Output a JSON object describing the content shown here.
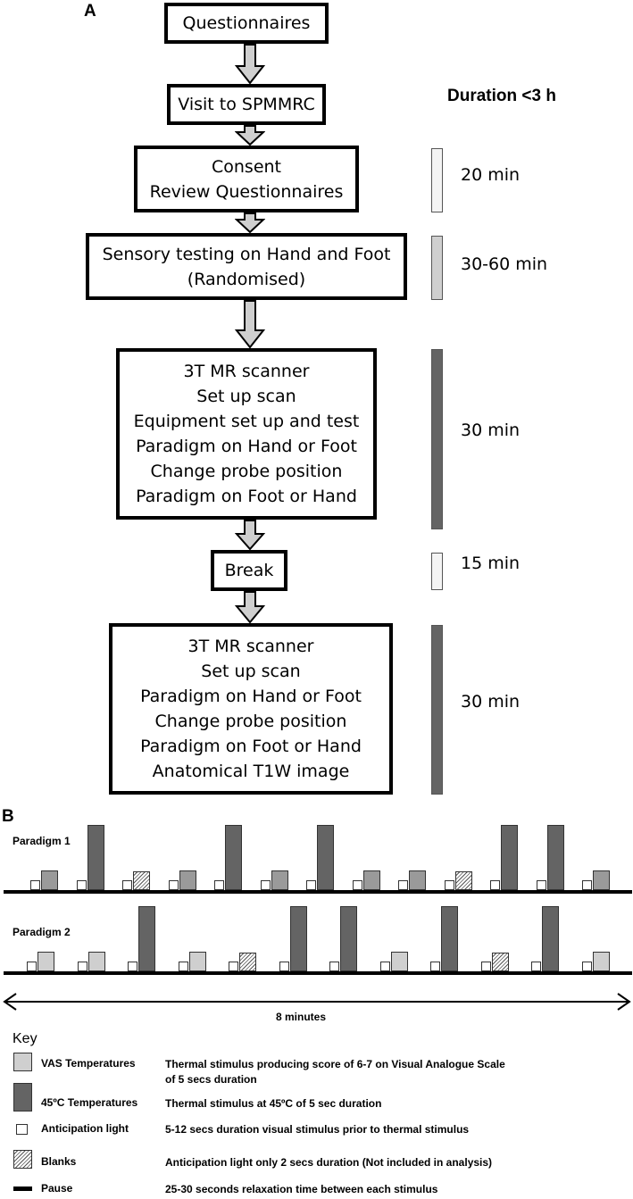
{
  "panel_a": {
    "label": "A",
    "duration_title": "Duration <3 h",
    "steps": [
      {
        "lines": [
          "Questionnaires"
        ]
      },
      {
        "lines": [
          "Visit to SPMMRC"
        ]
      },
      {
        "lines": [
          "Consent",
          "Review Questionnaires"
        ],
        "duration": "20 min",
        "bar": "light"
      },
      {
        "lines": [
          "Sensory testing on Hand and Foot",
          "(Randomised)"
        ],
        "duration": "30-60 min",
        "bar": "mid"
      },
      {
        "lines": [
          "3T MR scanner",
          "Set up scan",
          "Equipment set up and test",
          "Paradigm on Hand or Foot",
          "Change probe position",
          "Paradigm on Foot or Hand"
        ],
        "duration": "30 min",
        "bar": "dark"
      },
      {
        "lines": [
          "Break"
        ],
        "duration": "15 min",
        "bar": "light"
      },
      {
        "lines": [
          "3T MR scanner",
          "Set up scan",
          "Paradigm on Hand or Foot",
          "Change probe position",
          "Paradigm on Foot or Hand",
          "Anatomical T1W image"
        ],
        "duration": "30 min",
        "bar": "dark"
      }
    ]
  },
  "panel_b": {
    "label": "B",
    "paradigm1_label": "Paradigm 1",
    "paradigm2_label": "Paradigm 2",
    "paradigm1_sequence": [
      "vas",
      "hot",
      "blank",
      "vas",
      "hot",
      "vas",
      "hot",
      "vas",
      "vas",
      "blank",
      "hot",
      "hot",
      "vas"
    ],
    "paradigm2_sequence": [
      "vas",
      "vas",
      "hot",
      "vas",
      "blank",
      "hot",
      "hot",
      "vas",
      "hot",
      "blank",
      "hot",
      "vas"
    ],
    "timeline_label": "8 minutes"
  },
  "key": {
    "title": "Key",
    "items": [
      {
        "symbol": "vas",
        "label": "VAS Temperatures",
        "desc": [
          "Thermal stimulus producing score of 6-7 on Visual Analogue Scale",
          "of  5 secs duration"
        ]
      },
      {
        "symbol": "hot",
        "label": "45ºC Temperatures",
        "desc": [
          "Thermal stimulus at 45ºC of 5 sec duration"
        ]
      },
      {
        "symbol": "antic",
        "label": "Anticipation light",
        "desc": [
          "5-12 secs duration visual stimulus prior to thermal stimulus"
        ]
      },
      {
        "symbol": "blank",
        "label": "Blanks",
        "desc": [
          "Anticipation light only 2 secs duration (Not included in analysis)"
        ]
      },
      {
        "symbol": "pause",
        "label": "Pause",
        "desc": [
          "25-30 seconds relaxation time between each stimulus"
        ]
      }
    ]
  }
}
